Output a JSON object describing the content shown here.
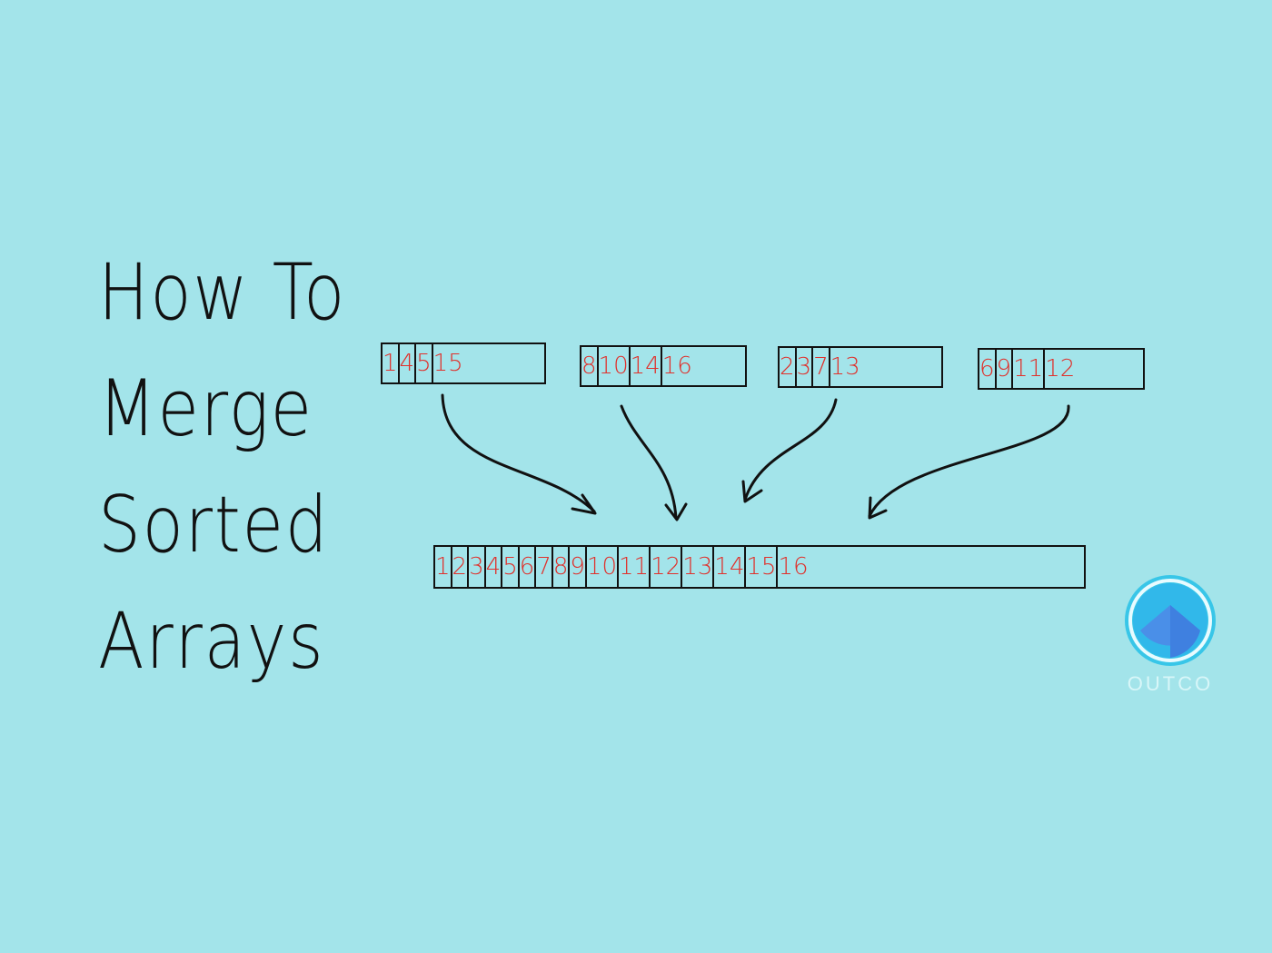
{
  "title": {
    "lines": [
      "How To",
      "Merge",
      "Sorted",
      "Arrays"
    ]
  },
  "input_arrays": [
    [
      "1",
      "4",
      "5",
      "15"
    ],
    [
      "8",
      "10",
      "14",
      "16"
    ],
    [
      "2",
      "3",
      "7",
      "13"
    ],
    [
      "6",
      "9",
      "11",
      "12"
    ]
  ],
  "merged_array": [
    "1",
    "2",
    "3",
    "4",
    "5",
    "6",
    "7",
    "8",
    "9",
    "10",
    "11",
    "12",
    "13",
    "14",
    "15",
    "16"
  ],
  "logo": {
    "text": "OUTCO"
  },
  "colors": {
    "background": "#a3e4ea",
    "value_text": "#e0302b",
    "ink": "#111111",
    "logo_blue": "#3fa0f0"
  }
}
